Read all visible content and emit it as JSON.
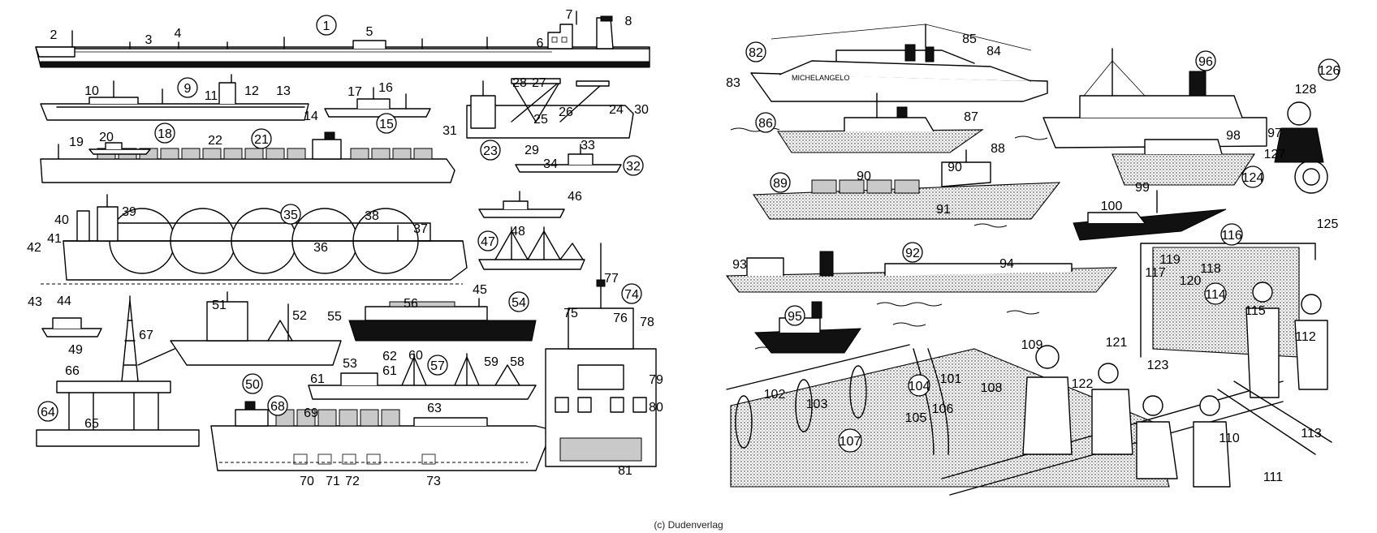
{
  "labels_left": [
    "1",
    "2",
    "3",
    "4",
    "5",
    "6",
    "7",
    "8",
    "9",
    "10",
    "11",
    "12",
    "13",
    "14",
    "15",
    "16",
    "17",
    "18",
    "19",
    "20",
    "21",
    "22",
    "23",
    "24",
    "25",
    "26",
    "27",
    "28",
    "29",
    "30",
    "31",
    "32",
    "33",
    "34",
    "35",
    "36",
    "37",
    "38",
    "39",
    "40",
    "41",
    "42",
    "43",
    "44",
    "45",
    "46",
    "47",
    "48",
    "49",
    "50",
    "51",
    "52",
    "53",
    "54",
    "55",
    "56",
    "57",
    "58",
    "59",
    "60",
    "61",
    "62",
    "61",
    "63",
    "64",
    "65",
    "66",
    "67",
    "68",
    "69",
    "70",
    "71",
    "72",
    "73",
    "74",
    "75",
    "76",
    "77",
    "78",
    "79",
    "80",
    "81"
  ],
  "labels_right": [
    "82",
    "83",
    "84",
    "85",
    "86",
    "87",
    "88",
    "89",
    "90",
    "90",
    "91",
    "92",
    "93",
    "94",
    "95",
    "96",
    "97",
    "98",
    "99",
    "100",
    "101",
    "102",
    "103",
    "104",
    "105",
    "106",
    "107",
    "108",
    "109",
    "110",
    "111",
    "112",
    "113",
    "114",
    "115",
    "116",
    "117",
    "118",
    "119",
    "120",
    "121",
    "122",
    "123",
    "124",
    "125",
    "126",
    "127",
    "128"
  ],
  "ship_name": "MICHELANGELO",
  "copyright": "(c) Dudenverlag"
}
